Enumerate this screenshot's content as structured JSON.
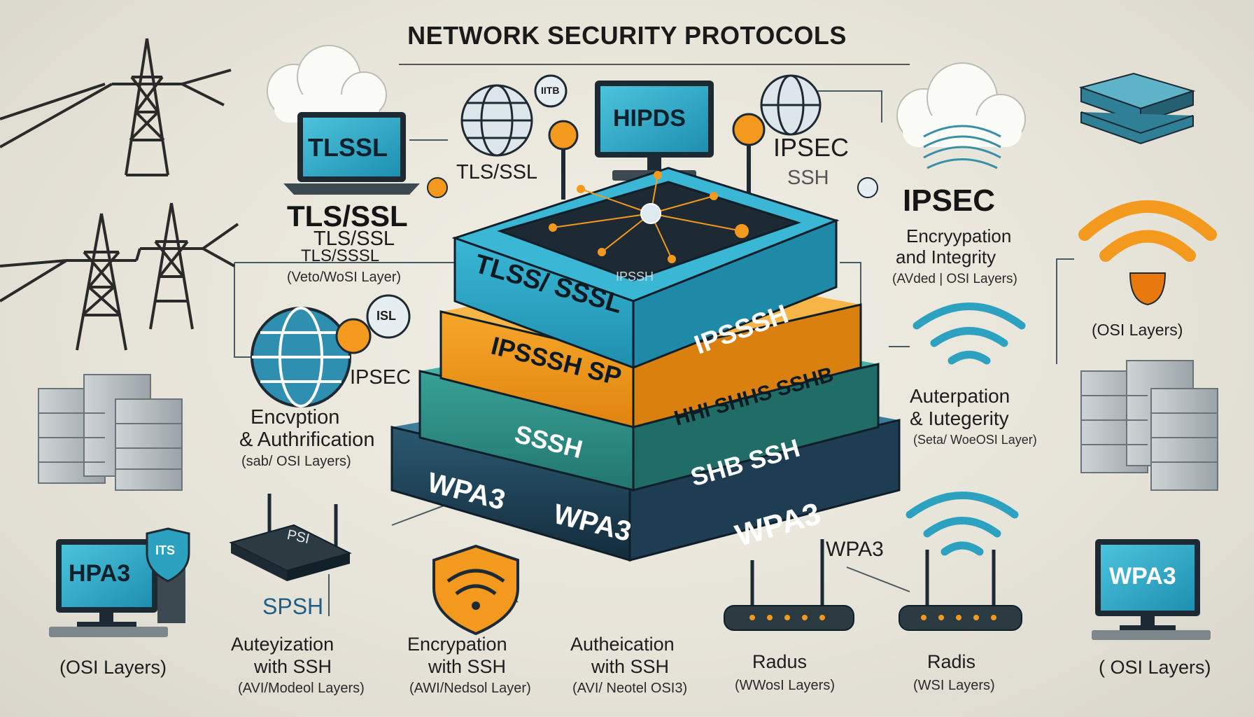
{
  "title": "NETWORK SECURITY PROTOCOLS",
  "colors": {
    "teal": "#2fa6c6",
    "orange": "#f39a1e",
    "green": "#2b8f86",
    "navy": "#173447",
    "dark": "#1d2a33",
    "bg": "#e9e6dc"
  },
  "left": {
    "laptop_screen": "TLSSL",
    "heading": "TLS/SSL",
    "sub1": "TLS/SSL",
    "sub2": "TLS/SSSL",
    "note": "(Veto/WoSI Layer)",
    "globe_badge": "ISL",
    "ipsec": "IPSEC",
    "enc1": "Encvption",
    "enc2": "& Authrification",
    "enc_note": "(sab/ OSI Layers)",
    "pc_screen": "HPA3",
    "pc_badge": "ITS",
    "osi": "(OSI Layers)"
  },
  "top": {
    "globe_label": "TLS/SSL",
    "small_badge": "IITB",
    "monitor_screen": "HIPDS",
    "ipsec": "IPSEC",
    "ssh": "SSH"
  },
  "stack": {
    "layer1": "TLSS/ SSSL",
    "layer1b": "IPSSSH",
    "platform": "IPSSH",
    "layer2": "IPSSSH  SP",
    "layer2b": "HHI  SHHS  SSHB",
    "layer3": "SSSH",
    "layer3b": "SHB  SSH",
    "layer4": "WPA3",
    "layer4b": "WPA3",
    "layer4c": "WPA3"
  },
  "right": {
    "heading": "IPSEC",
    "sub1": "Encryypation",
    "sub2": "and Integrity",
    "note": "(AVded | OSI Layers)",
    "osi_top": "(OSI Layers)",
    "aut1": "Auterpation",
    "aut2": "& Iutegerity",
    "aut_note": "(Seta/ WoeOSI Layer)",
    "pc_screen": "WPA3",
    "osi_bottom": "( OSI Layers)"
  },
  "bottom": {
    "router_label": "PSI",
    "ssh_tag": "SPSH",
    "wpa3_tag": "WPA3",
    "col1_a": "Auteyization",
    "col1_b": "with SSH",
    "col1_c": "(AVI/Modeol Layers)",
    "col2_a": "Encrypation",
    "col2_b": "with SSH",
    "col2_c": "(AWI/Nedsol Layer)",
    "col3_a": "Autheication",
    "col3_b": "with SSH",
    "col3_c": "(AVI/ Neotel OSI3)",
    "col4_a": "Radus",
    "col4_b": "(WWosI Layers)",
    "col5_a": "Radis",
    "col5_b": "(WSI Layers)"
  }
}
